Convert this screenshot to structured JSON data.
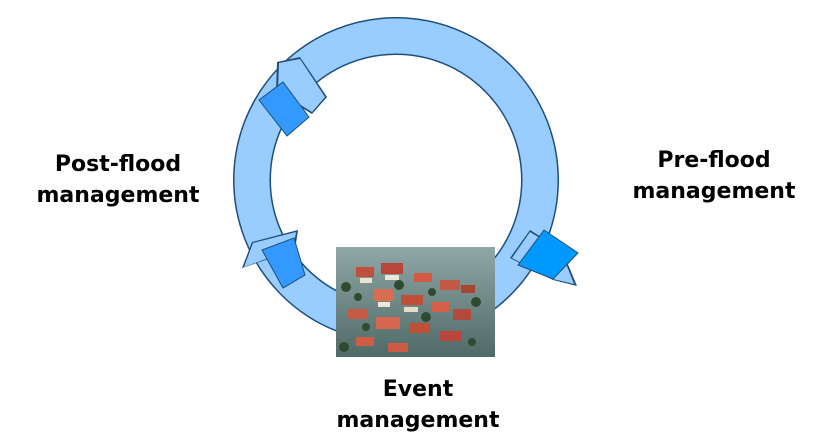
{
  "labels": {
    "post_flood": [
      "Post-flood",
      "management"
    ],
    "pre_flood": [
      "Pre-flood",
      "management"
    ],
    "event": [
      "Event",
      "management"
    ]
  },
  "colors": {
    "ring_fill": "#99ccff",
    "ring_stroke": "#1f4e79",
    "arrow_dark": "#3399ff",
    "arrow_bright": "#0099ff",
    "water": "#6e8a86",
    "roof": "#c0503c"
  },
  "photo": {
    "subject": "flooded-village-aerial-photo"
  }
}
